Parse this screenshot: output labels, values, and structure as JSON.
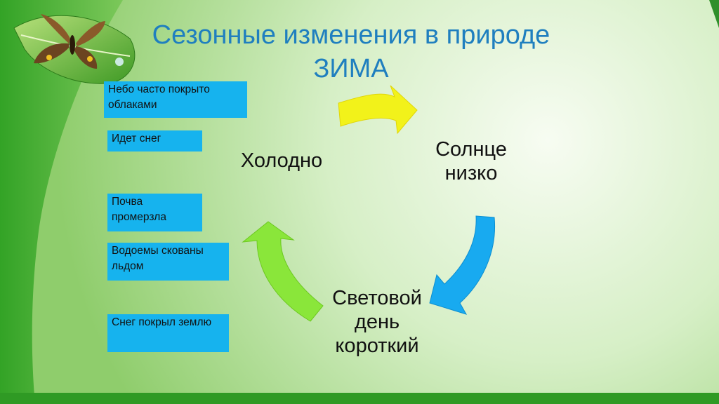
{
  "title": {
    "line1": "Сезонные  изменения в природе",
    "line2": "ЗИМА"
  },
  "boxes": [
    "Небо часто покрыто облаками",
    "Идет снег",
    "Почва промерзла",
    "Водоемы скованы льдом",
    "Снег покрыл землю"
  ],
  "cycle": {
    "cold": "Холодно",
    "sun": "Солнце низко",
    "day": "Световой день короткий"
  },
  "colors": {
    "box_fill": "#16b3ee",
    "title_text": "#1f7fbf",
    "arrow_yellow": "#f2f21a",
    "arrow_blue": "#18aaf0",
    "arrow_green": "#8ae63a"
  },
  "icons": [
    "butterfly-on-leaf-icon"
  ]
}
